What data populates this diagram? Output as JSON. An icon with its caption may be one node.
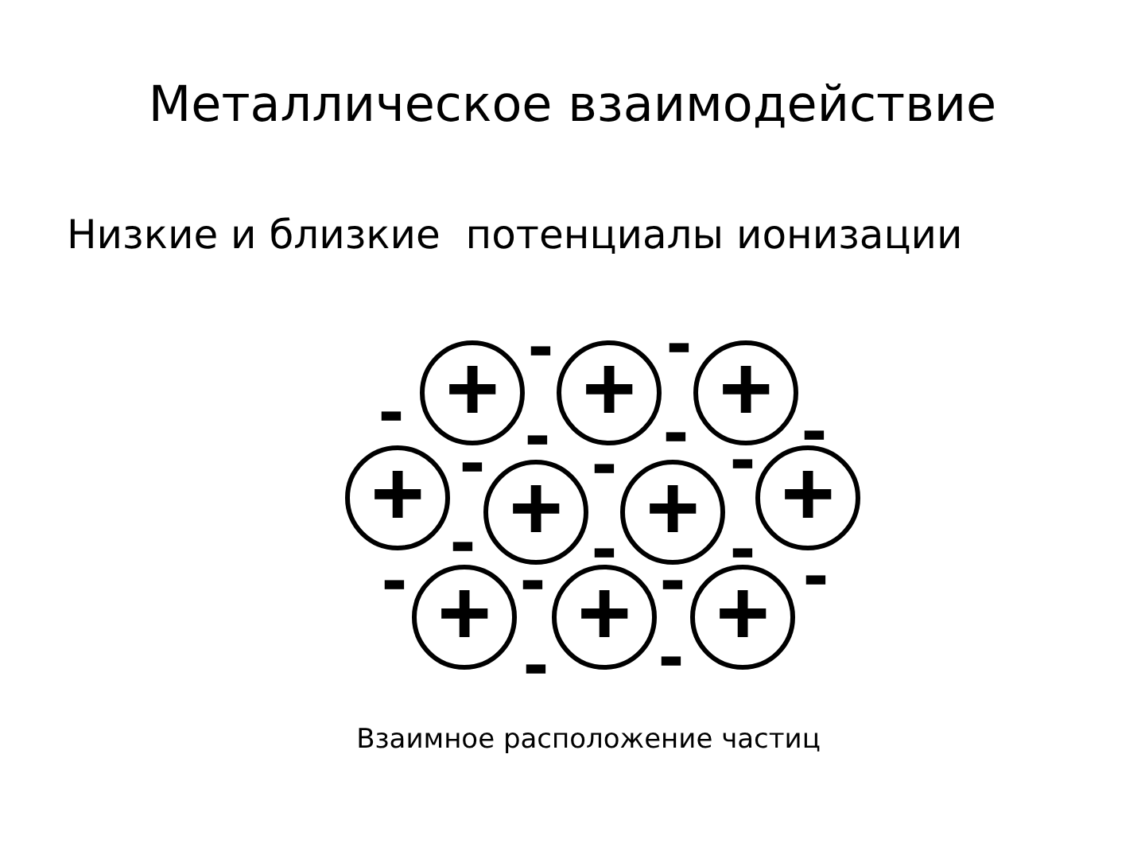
{
  "diagram": {
    "title": "Металлическое взаимодействие",
    "caption": "Взаимное расположение частиц",
    "nodes": [
      {
        "text": [
          "+"
        ]
      },
      {
        "text": [
          "+"
        ]
      },
      {
        "text": [
          "+"
        ]
      },
      {
        "text": [
          "+"
        ]
      },
      {
        "text": [
          "+"
        ]
      },
      {
        "text": [
          "+"
        ]
      },
      {
        "text": [
          "+"
        ]
      },
      {
        "text": [
          "+"
        ]
      },
      {
        "text": [
          "+"
        ]
      },
      {
        "text": [
          "+"
        ]
      }
    ],
    "edges": [],
    "labels": [
      "Низкие и близкие  потенциалы ионизации",
      "-",
      "-",
      "-",
      "-",
      "-",
      "-",
      "-",
      "-",
      "-",
      "-",
      "-",
      "-",
      "-",
      "-",
      "-",
      "-",
      "-",
      "-"
    ]
  }
}
